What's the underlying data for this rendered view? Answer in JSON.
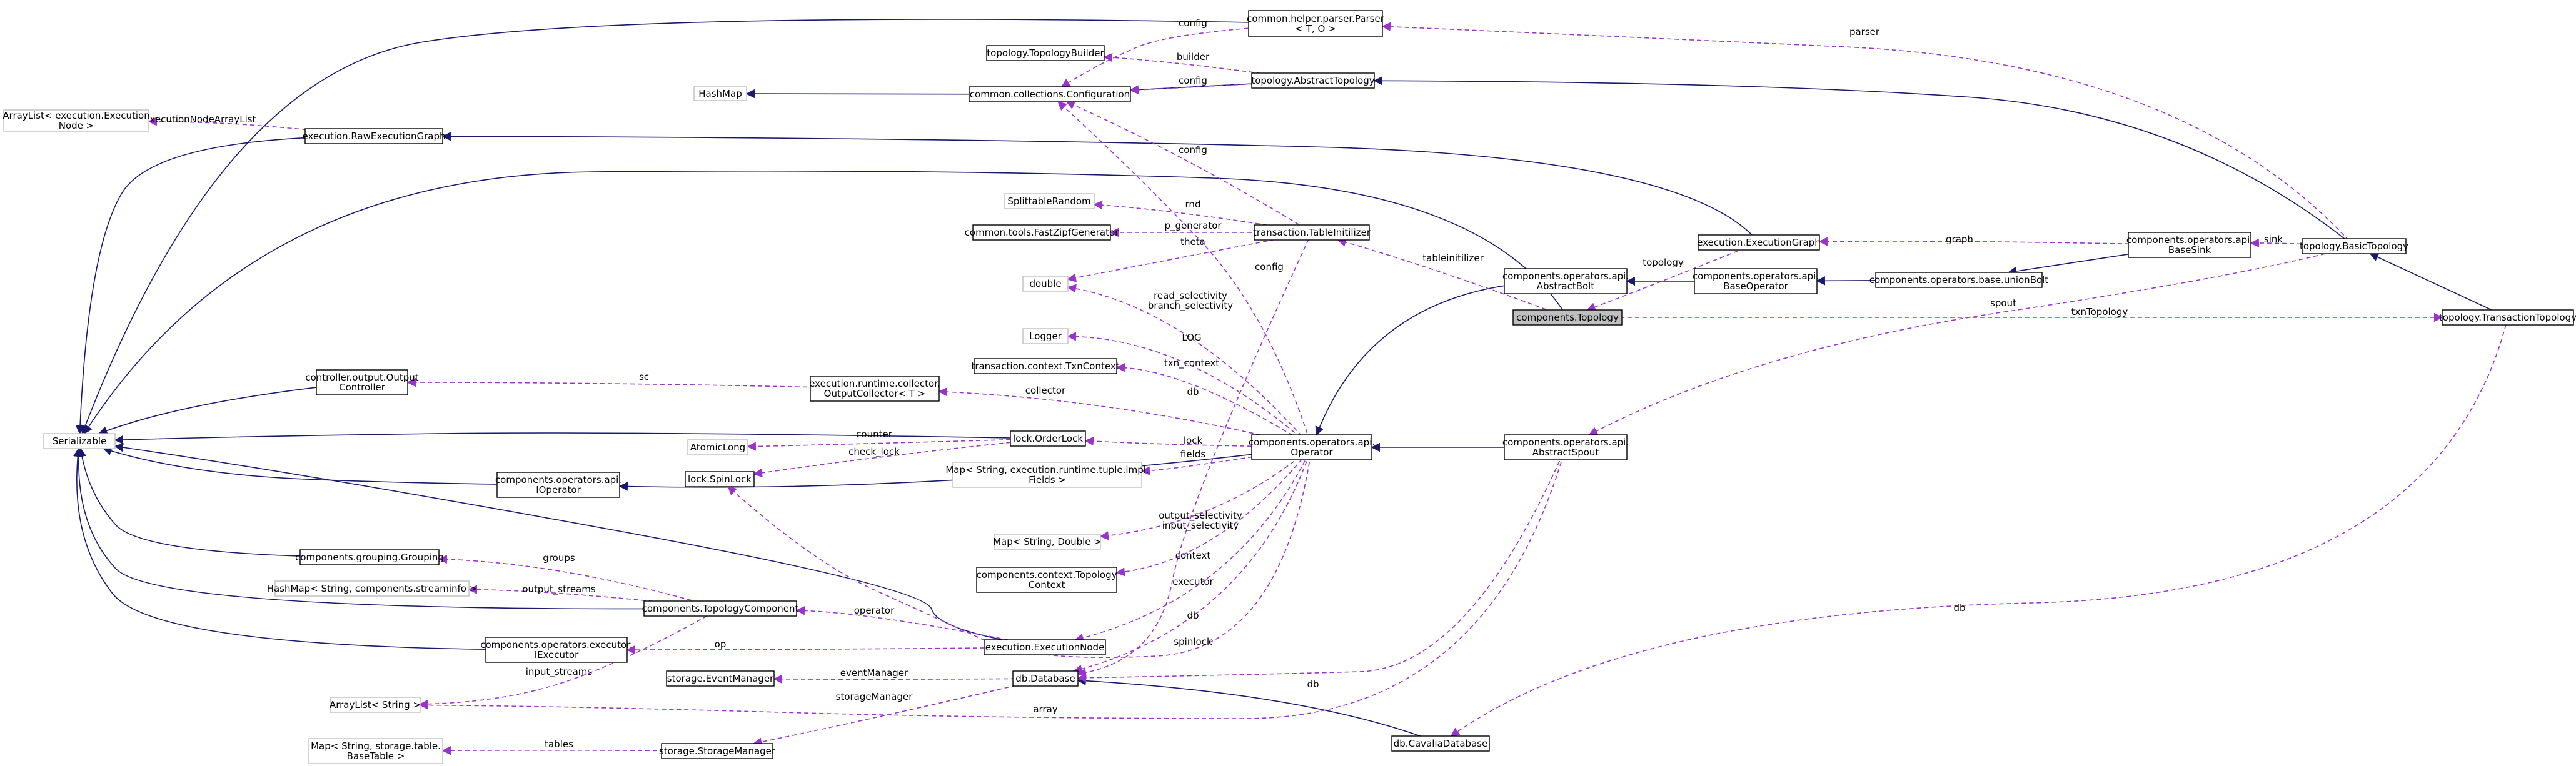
{
  "diagram": {
    "nodes": {
      "serializable": "Serializable",
      "array_list_exec": [
        "ArrayList< execution.Execution",
        "Node >"
      ],
      "hashmap": "HashMap",
      "raw_exec_graph": "execution.RawExecutionGraph",
      "configuration": "common.collections.Configuration",
      "topology_builder": "topology.TopologyBuilder",
      "parser": [
        "common.helper.parser.Parser",
        "< T, O >"
      ],
      "abstract_topology": "topology.AbstractTopology",
      "splittable_random": "SplittableRandom",
      "fast_zipf": "common.tools.FastZipfGenerator",
      "double": "double",
      "table_initilizer": "transaction.TableInitilizer",
      "logger": "Logger",
      "txn_context": "transaction.context.TxnContext",
      "output_controller": [
        "controller.output.Output",
        "Controller"
      ],
      "output_collector": [
        "execution.runtime.collector.",
        "OutputCollector< T >"
      ],
      "atomic_long": "AtomicLong",
      "order_lock": "lock.OrderLock",
      "spin_lock": "lock.SpinLock",
      "ioperator": [
        "components.operators.api.",
        "IOperator"
      ],
      "fields_map": [
        "Map< String, execution.runtime.tuple.impl.",
        "Fields >"
      ],
      "operator": [
        "components.operators.api.",
        "Operator"
      ],
      "double_map": "Map< String, Double >",
      "grouping": "components.grouping.Grouping",
      "topology_context": [
        "components.context.Topology",
        "Context"
      ],
      "streaminfo_map": "HashMap< String, components.streaminfo >",
      "topology_component": "components.TopologyComponent",
      "iexecutor": [
        "components.operators.executor.",
        "IExecutor"
      ],
      "execution_node": "execution.ExecutionNode",
      "array_list_string": "ArrayList< String >",
      "event_manager": "storage.EventManager",
      "database": "db.Database",
      "basetable_map": [
        "Map< String, storage.table.",
        "BaseTable >"
      ],
      "storage_manager": "storage.StorageManager",
      "cavalia_db": "db.CavaliaDatabase",
      "abstract_bolt": [
        "components.operators.api.",
        "AbstractBolt"
      ],
      "topology": "components.Topology",
      "execution_graph": "execution.ExecutionGraph",
      "base_operator": [
        "components.operators.api.",
        "BaseOperator"
      ],
      "union_bolt": "components.operators.base.unionBolt",
      "abstract_spout": [
        "components.operators.api.",
        "AbstractSpout"
      ],
      "base_sink": [
        "components.operators.api.",
        "BaseSink"
      ],
      "basic_topology": "topology.BasicTopology",
      "transaction_topology": "topology.TransactionTopology"
    },
    "edge_labels": {
      "execution_node_array_list": "executionNodeArrayList",
      "config_parser": "config",
      "builder": "builder",
      "config_abstract_topology": "config",
      "config_table_init": "config",
      "config_operator": "config",
      "parser": "parser",
      "rnd": "rnd",
      "p_generator": "p_generator",
      "theta": "theta",
      "read_branch_selectivity": [
        "read_selectivity",
        "branch_selectivity"
      ],
      "log": "LOG",
      "txn_context": "txn_context",
      "collector": "collector",
      "sc": "sc",
      "counter": "counter",
      "check_lock": "check_lock",
      "lock": "lock",
      "fields": "fields",
      "output_input_selectivity": [
        "output_selectivity",
        "input_selectivity"
      ],
      "context": "context",
      "executor": "executor",
      "db_operator": "db",
      "db_table_init": "db",
      "db_spout": "db",
      "db_transaction_topology": "db",
      "spinlock": "spinlock",
      "groups": "groups",
      "output_streams": "output_streams",
      "operator": "operator",
      "op": "op",
      "input_streams": "input_streams",
      "event_manager": "eventManager",
      "storage_manager": "storageManager",
      "tables": "tables",
      "array": "array",
      "table_initilizer": "tableinitilizer",
      "topology": "topology",
      "graph": "graph",
      "sink": "sink",
      "spout": "spout",
      "txn_topology": "txnTopology"
    }
  }
}
